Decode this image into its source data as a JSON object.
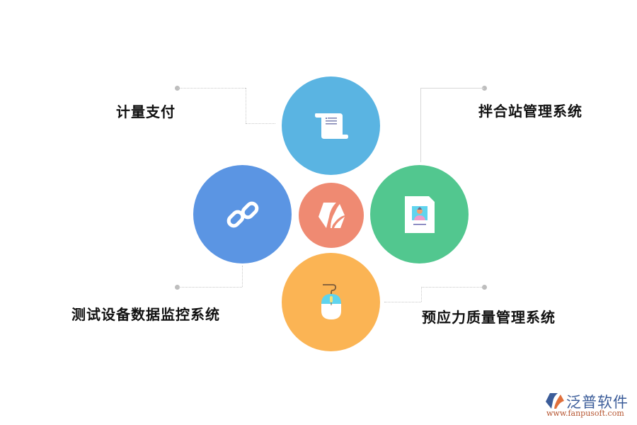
{
  "diagram": {
    "center": {
      "icon": "fanpu-logo-icon",
      "color": "#ef8a72"
    },
    "nodes": [
      {
        "id": "top",
        "label": "计量支付",
        "icon": "scroll-document-icon",
        "color": "#5ab4e2"
      },
      {
        "id": "right",
        "label": "拌合站管理系统",
        "icon": "id-card-document-icon",
        "color": "#52c78f"
      },
      {
        "id": "left",
        "label": "测试设备数据监控系统",
        "icon": "chain-link-icon",
        "color": "#5b95e3"
      },
      {
        "id": "bottom",
        "label": "预应力质量管理系统",
        "icon": "computer-mouse-icon",
        "color": "#fbb454"
      }
    ]
  },
  "watermark": {
    "name": "泛普软件",
    "url": "www.fanpusoft.com",
    "name_color": "#3b5c99",
    "url_color": "#b5532e"
  }
}
